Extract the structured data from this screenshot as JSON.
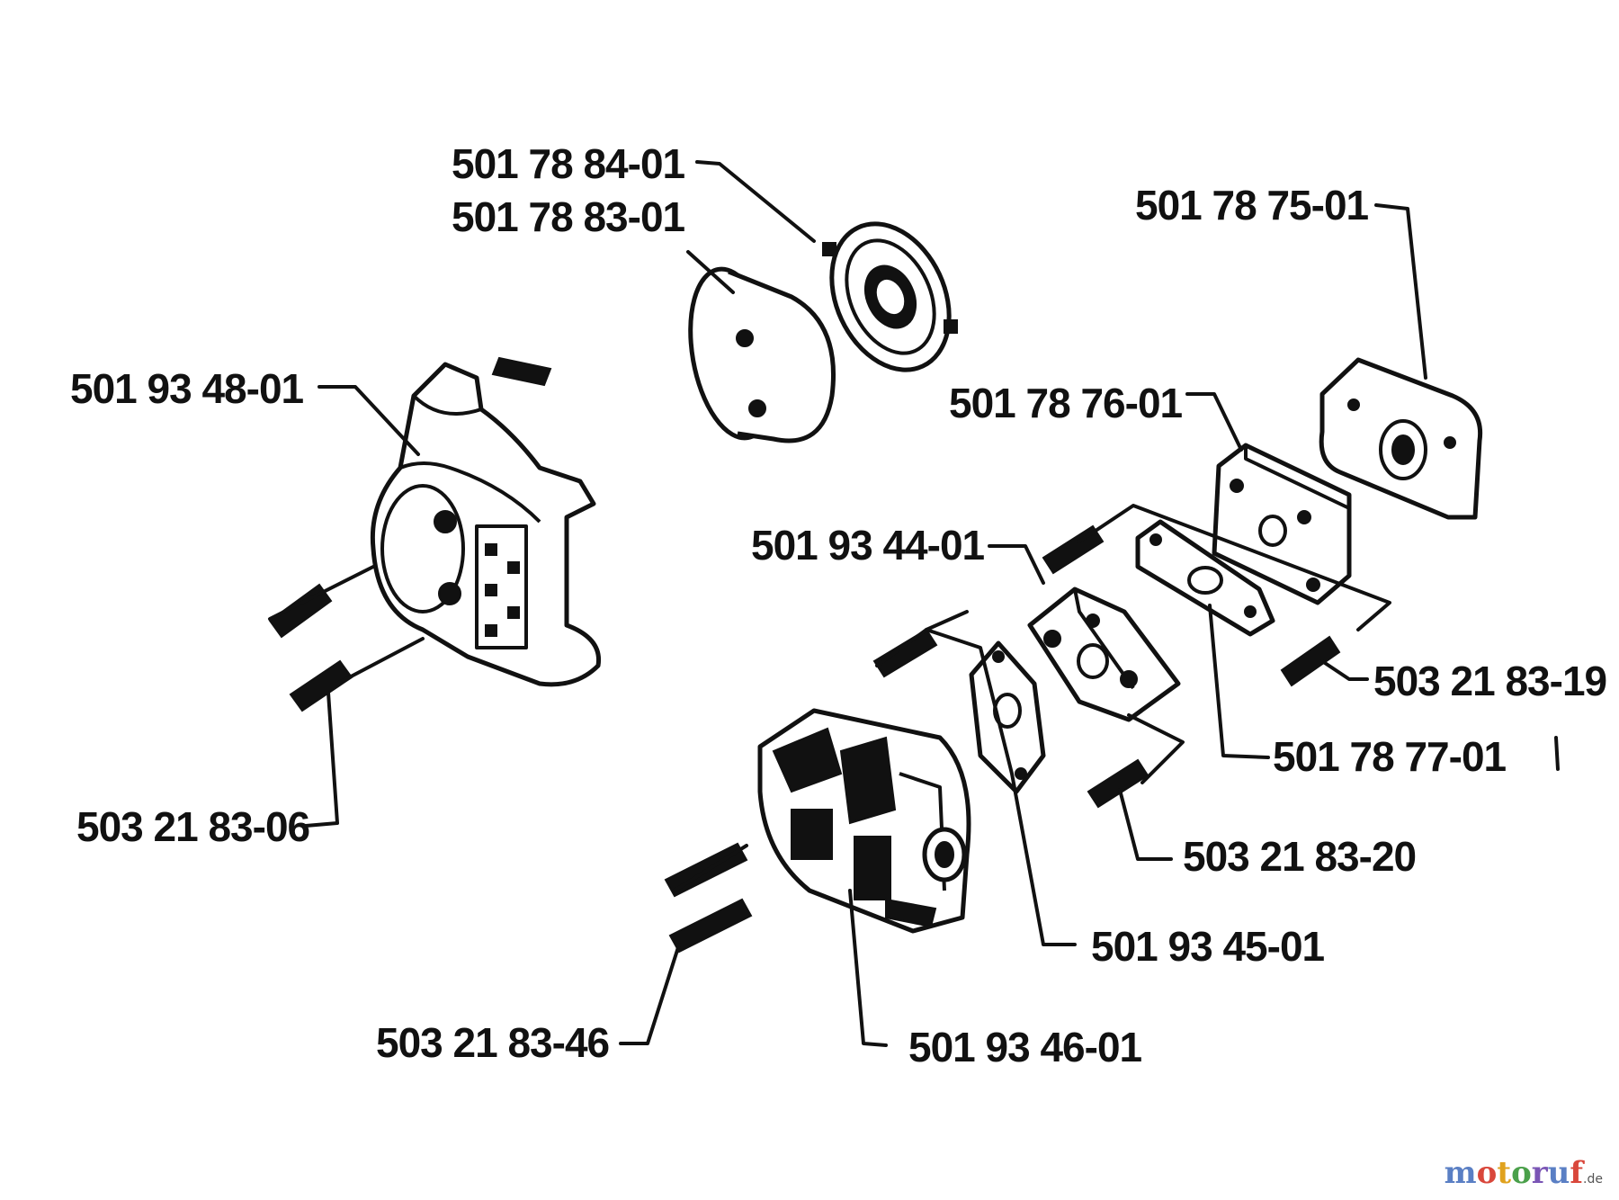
{
  "labels": {
    "p501788401": "501 78 84-01",
    "p501788301": "501 78 83-01",
    "p501787501": "501 78 75-01",
    "p501934801": "501 93 48-01",
    "p501787601": "501 78 76-01",
    "p501934401": "501 93 44-01",
    "p503218319": "503 21 83-19",
    "p501787701": "501 78 77-01",
    "p503218306": "503 21 83-06",
    "p503218320": "503 21 83-20",
    "p501934501": "501 93 45-01",
    "p503218346": "503 21 83-46",
    "p501934601": "501 93 46-01"
  },
  "watermark": {
    "letters": [
      "m",
      "o",
      "t",
      "o",
      "r",
      "u",
      "f"
    ],
    "suffix": ".de"
  },
  "colors": {
    "ink": "#111111",
    "background": "#ffffff"
  }
}
